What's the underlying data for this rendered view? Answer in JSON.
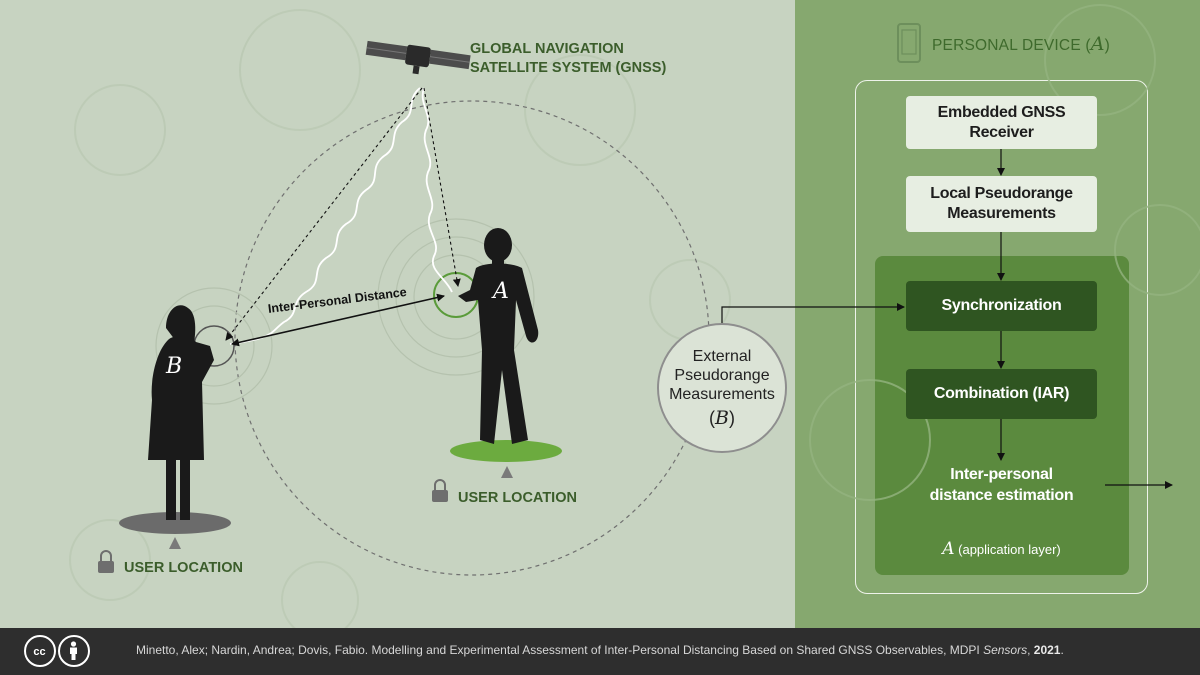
{
  "gnss": {
    "title_line1": "GLOBAL NAVIGATION",
    "title_line2": "SATELLITE SYSTEM (GNSS)"
  },
  "users": {
    "a_symbol": "A",
    "b_symbol": "B",
    "location_label": "USER LOCATION",
    "distance_label": "Inter-Personal Distance"
  },
  "external": {
    "line1": "External",
    "line2": "Pseudorange",
    "line3": "Measurements",
    "symbol_open": "(",
    "symbol": "B",
    "symbol_close": ")"
  },
  "device": {
    "header_text": "PERSONAL DEVICE",
    "header_symbol": "A",
    "receiver_line1": "Embedded GNSS",
    "receiver_line2": "Receiver",
    "local_line1": "Local Pseudorange",
    "local_line2": "Measurements",
    "sync": "Synchronization",
    "combination": "Combination (IAR)",
    "estimate_line1": "Inter-personal",
    "estimate_line2": "distance estimation",
    "app_symbol": "A",
    "app_layer": "(application layer)"
  },
  "footer": {
    "citation_main": "Minetto, Alex; Nardin, Andrea; Dovis, Fabio. Modelling and Experimental Assessment of Inter-Personal Distancing Based on Shared GNSS  Observables, MDPI ",
    "journal": "Sensors",
    "comma": ", ",
    "year": "2021",
    "period": "."
  },
  "colors": {
    "left_background": "#c7d3c1",
    "right_background": "#86a86f",
    "application_layer": "#5b8a3e",
    "dark_box": "#2f5521",
    "light_box": "#e7eee2",
    "label_green": "#3b5d2b",
    "user_a_platform": "#6cab3f",
    "user_b_platform": "#6b6b6b",
    "footer": "#2e2e2e"
  },
  "icons": [
    "satellite-icon",
    "lock-icon",
    "smartphone-icon",
    "creative-commons-icon",
    "attribution-icon"
  ]
}
